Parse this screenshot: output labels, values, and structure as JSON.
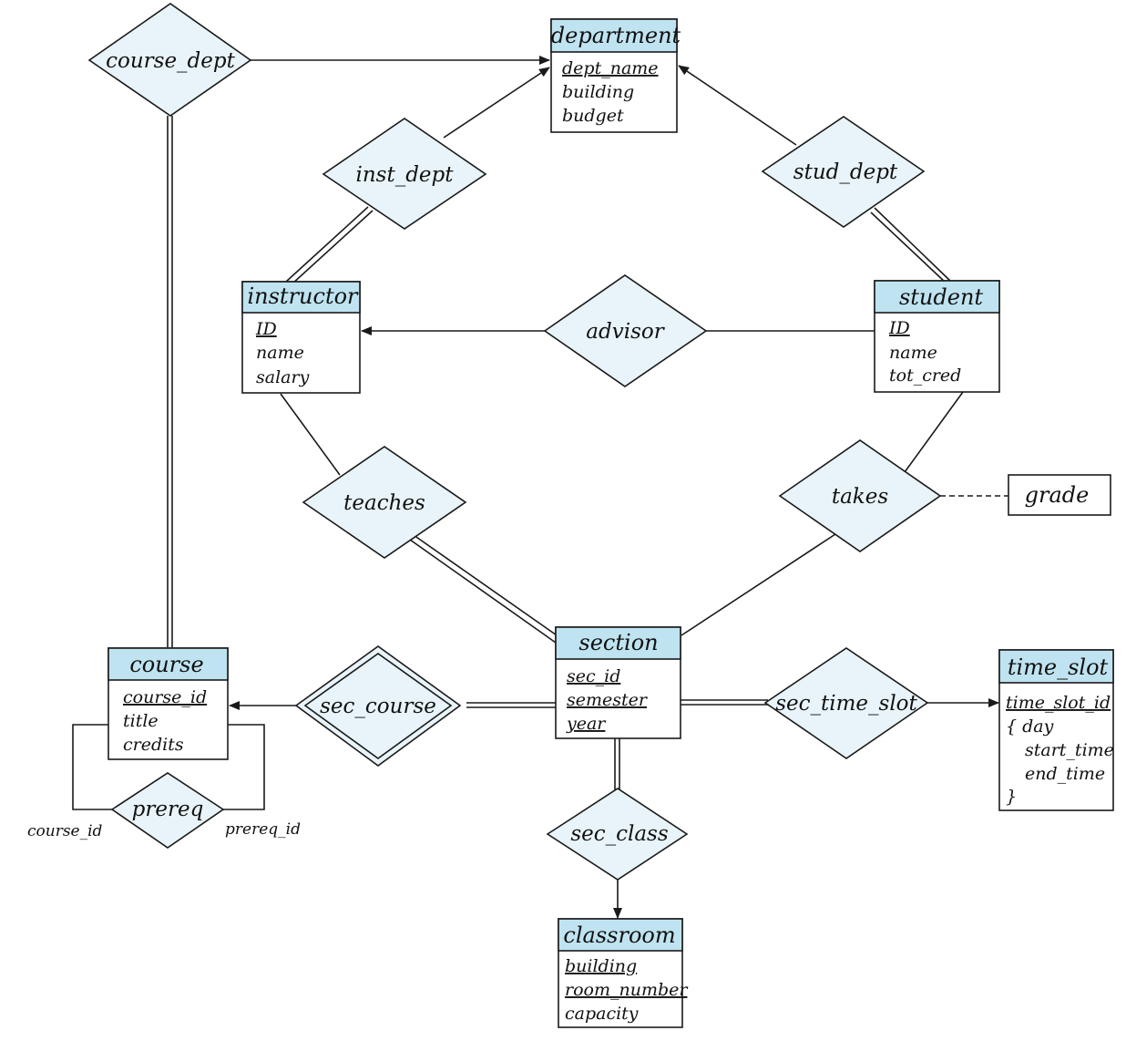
{
  "entities": {
    "department": {
      "title": "department",
      "attrs": [
        "dept_name",
        "building",
        "budget"
      ]
    },
    "instructor": {
      "title": "instructor",
      "attrs": [
        "ID",
        "name",
        "salary"
      ]
    },
    "student": {
      "title": "student",
      "attrs": [
        "ID",
        "name",
        "tot_cred"
      ]
    },
    "section": {
      "title": "section",
      "attrs": [
        "sec_id",
        "semester",
        "year"
      ]
    },
    "course": {
      "title": "course",
      "attrs": [
        "course_id",
        "title",
        "credits"
      ]
    },
    "time_slot": {
      "title": "time_slot",
      "attrs": [
        "time_slot_id",
        "{  day",
        "start_time",
        "end_time",
        "}"
      ]
    },
    "classroom": {
      "title": "classroom",
      "attrs": [
        "building",
        "room_number",
        "capacity"
      ]
    }
  },
  "relationships": {
    "course_dept": "course_dept",
    "inst_dept": "inst_dept",
    "stud_dept": "stud_dept",
    "advisor": "advisor",
    "teaches": "teaches",
    "takes": "takes",
    "sec_course": "sec_course",
    "sec_time_slot": "sec_time_slot",
    "sec_class": "sec_class",
    "prereq": "prereq"
  },
  "attributes": {
    "grade": "grade"
  },
  "roles": {
    "prereq_left": "course_id",
    "prereq_right": "prereq_id"
  },
  "colors": {
    "entity_header": "#bfe3f0",
    "relationship_fill": "#e8f4f9",
    "stroke": "#1a1a1a"
  }
}
